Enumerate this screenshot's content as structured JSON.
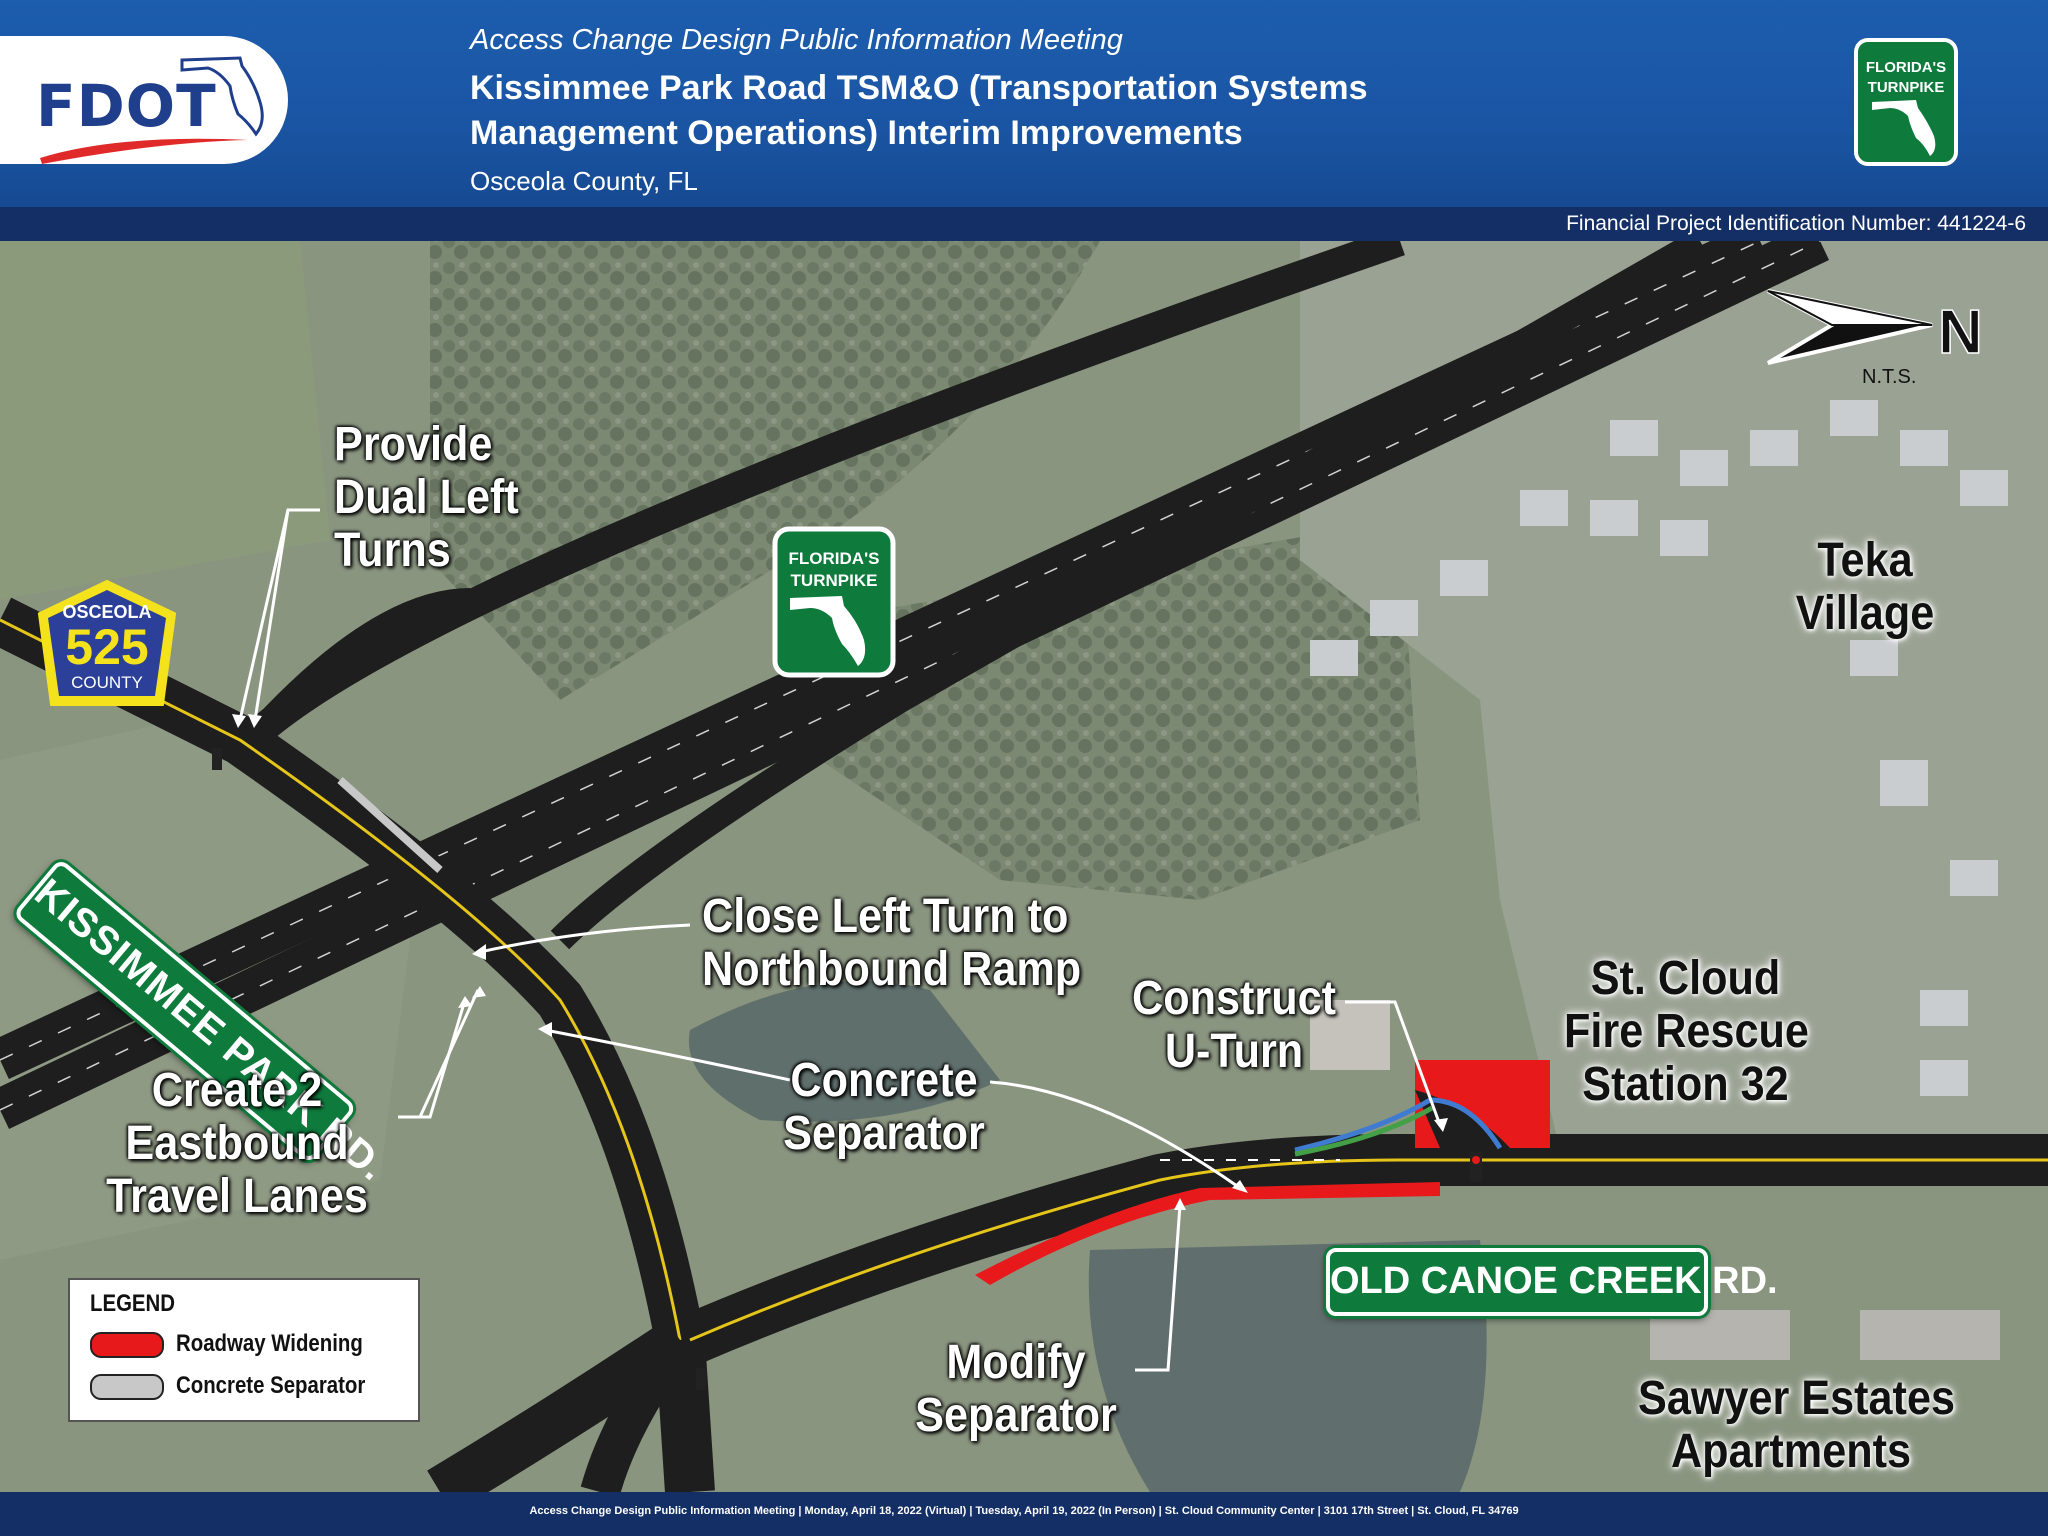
{
  "header": {
    "meeting": "Access Change Design Public Information Meeting",
    "title_line1": "Kissimmee Park Road TSM&O (Transportation Systems",
    "title_line2": "Management  Operations) Interim Improvements",
    "county": "Osceola County, FL",
    "logo": "FDOT",
    "turnpike_logo": [
      "FLORIDA'S",
      "TURNPIKE"
    ]
  },
  "fpid": "Financial Project Identification Number: 441224-6",
  "map": {
    "north": "N",
    "nts": "N.T.S.",
    "shield": {
      "top": "OSCEOLA",
      "number": "525",
      "bottom": "COUNTY"
    },
    "turnpike_sign": [
      "FLORIDA'S",
      "TURNPIKE"
    ],
    "road_signs": {
      "kissimmee": "KISSIMMEE PARK RD.",
      "old_canoe": "OLD CANOE CREEK RD."
    },
    "callouts": {
      "dual_left": [
        "Provide",
        "Dual Left",
        "Turns"
      ],
      "close_left": [
        "Close Left Turn to",
        "Northbound Ramp"
      ],
      "create_lanes": [
        "Create 2",
        "Eastbound",
        "Travel Lanes"
      ],
      "concrete_sep": [
        "Concrete",
        "Separator"
      ],
      "u_turn": [
        "Construct",
        "U-Turn"
      ],
      "modify_sep": [
        "Modify",
        "Separator"
      ]
    },
    "places": {
      "teka": [
        "Teka",
        "Village"
      ],
      "fire": [
        "St. Cloud",
        "Fire Rescue",
        "Station 32"
      ],
      "sawyer": [
        "Sawyer Estates",
        "Apartments"
      ]
    }
  },
  "legend": {
    "title": "LEGEND",
    "items": [
      {
        "label": "Roadway Widening",
        "color": "#e8191b"
      },
      {
        "label": "Concrete Separator",
        "color": "#c8c8c8"
      }
    ]
  },
  "footer": "Access Change Design Public Information Meeting   |   Monday, April 18, 2022 (Virtual)   |   Tuesday, April 19, 2022 (In Person)   |   St. Cloud Community Center   |   3101 17th Street   |   St. Cloud, FL 34769",
  "colors": {
    "header_blue": "#1a55a3",
    "dark_blue": "#142f66",
    "sign_green": "#0e7a3c",
    "widening_red": "#e8191b"
  }
}
